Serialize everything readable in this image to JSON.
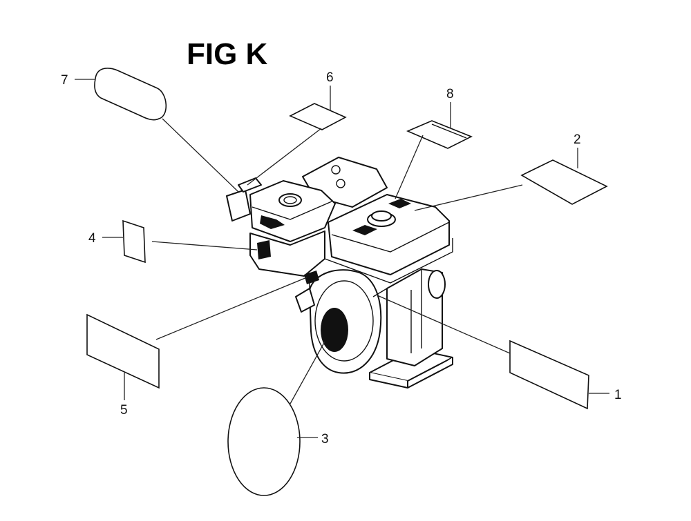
{
  "figure": {
    "title": "FIG K",
    "callouts": [
      {
        "id": "c1",
        "text": "1"
      },
      {
        "id": "c2",
        "text": "2"
      },
      {
        "id": "c3",
        "text": "3"
      },
      {
        "id": "c4",
        "text": "4"
      },
      {
        "id": "c5",
        "text": "5"
      },
      {
        "id": "c6",
        "text": "6"
      },
      {
        "id": "c7",
        "text": "7"
      },
      {
        "id": "c8",
        "text": "8"
      }
    ]
  }
}
